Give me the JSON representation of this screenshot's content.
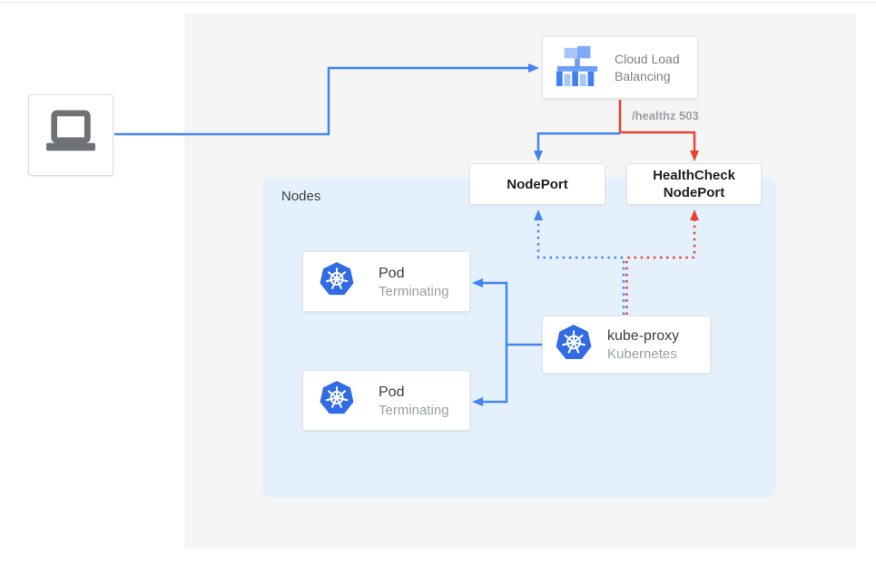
{
  "colors": {
    "line_blue": "#4284f3",
    "line_red": "#e94233",
    "kubernetes_blue": "#326ce5",
    "stage_panel_gray": "#f5f5f6",
    "nodes_panel_blue": "#e4f1fc",
    "muted_text_gray": "#9aa0a6",
    "dark_text": "#3c4043"
  },
  "icons": {
    "client": "laptop-icon",
    "load_balancer": "cloud-load-balancing-icon",
    "pod": "kubernetes-helm-icon",
    "kube_proxy": "kubernetes-helm-icon"
  },
  "load_balancer": {
    "line1": "Cloud Load",
    "line2": "Balancing"
  },
  "health_check_label": "/healthz 503",
  "node_port": {
    "label": "NodePort"
  },
  "health_check_node_port": {
    "line1": "HealthCheck",
    "line2": "NodePort"
  },
  "nodes_panel": {
    "label": "Nodes"
  },
  "pods": [
    {
      "title": "Pod",
      "status": "Terminating"
    },
    {
      "title": "Pod",
      "status": "Terminating"
    }
  ],
  "kube_proxy": {
    "title": "kube-proxy",
    "subtitle": "Kubernetes"
  }
}
